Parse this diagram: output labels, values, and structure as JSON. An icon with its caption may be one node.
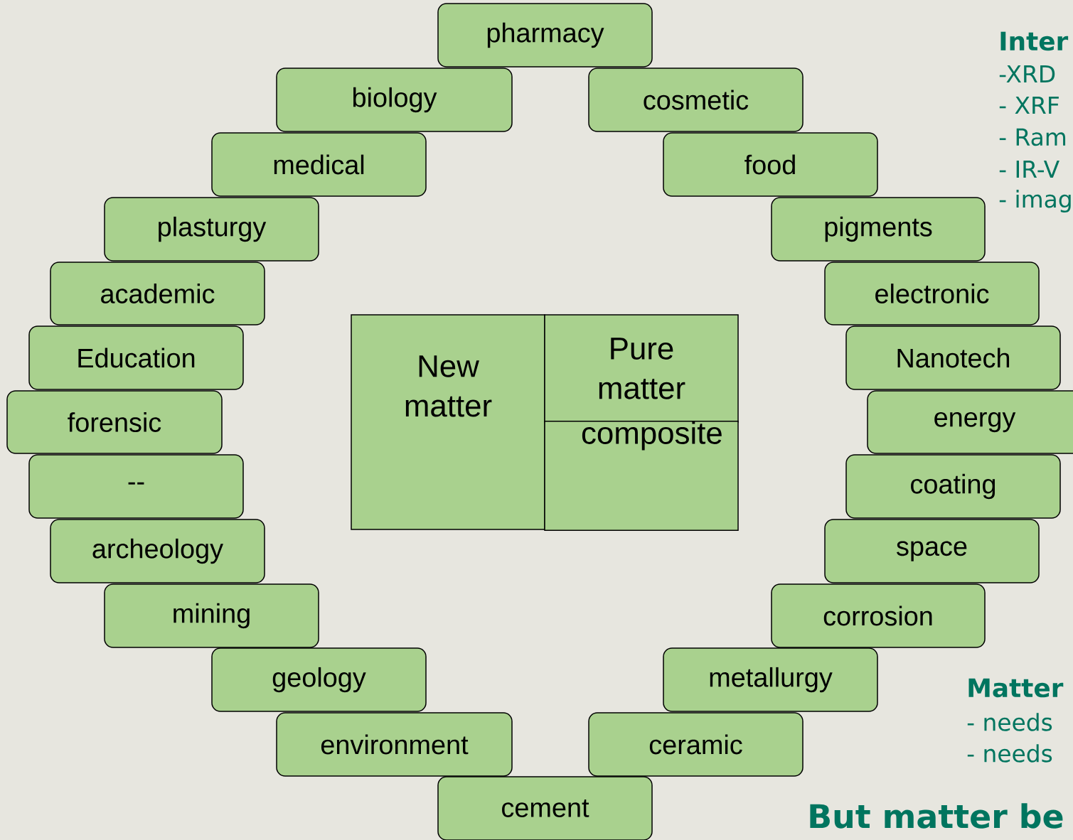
{
  "diagram": {
    "nodes": [
      {
        "text": [
          "pharmacy"
        ]
      },
      {
        "text": [
          "biology"
        ]
      },
      {
        "text": [
          "cosmetic"
        ]
      },
      {
        "text": [
          "medical"
        ]
      },
      {
        "text": [
          "food"
        ]
      },
      {
        "text": [
          "plasturgy"
        ]
      },
      {
        "text": [
          "pigments"
        ]
      },
      {
        "text": [
          "academic"
        ]
      },
      {
        "text": [
          "electronic"
        ]
      },
      {
        "text": [
          "Education"
        ]
      },
      {
        "text": [
          "New matter"
        ]
      },
      {
        "text": [
          "Pure matter"
        ]
      },
      {
        "text": [
          "Nanotech"
        ]
      },
      {
        "text": [
          "forensic"
        ]
      },
      {
        "text": [
          "energy"
        ]
      },
      {
        "text": [
          "composite"
        ]
      },
      {
        "text": [
          "--"
        ]
      },
      {
        "text": [
          "coating"
        ]
      },
      {
        "text": [
          "archeology"
        ]
      },
      {
        "text": [
          "space"
        ]
      },
      {
        "text": [
          "mining"
        ]
      },
      {
        "text": [
          "corrosion"
        ]
      },
      {
        "text": [
          "geology"
        ]
      },
      {
        "text": [
          "metallurgy"
        ]
      },
      {
        "text": [
          "environment"
        ]
      },
      {
        "text": [
          "ceramic"
        ]
      },
      {
        "text": [
          "cement"
        ]
      }
    ],
    "labels": [
      "Inter",
      "-XRD",
      "- XRF",
      "- Ram",
      "- IR-V",
      "- imag",
      "Matter",
      "- needs",
      "- needs",
      "But matter be"
    ]
  }
}
